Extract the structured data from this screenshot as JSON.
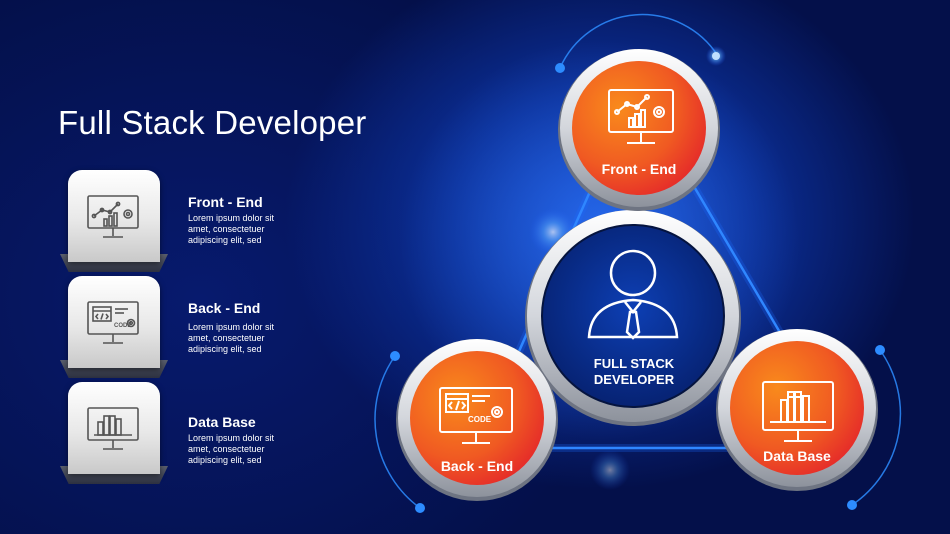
{
  "title": "Full Stack Developer",
  "items": [
    {
      "title": "Front - End",
      "desc_lines": [
        "Lorem ipsum dolor sit",
        "amet, consectetuer",
        "adipiscing elit, sed"
      ],
      "icon": "monitor-chart-gear-icon"
    },
    {
      "title": "Back - End",
      "desc_lines": [
        "Lorem ipsum dolor sit",
        "amet, consectetuer",
        "adipiscing elit, sed"
      ],
      "icon": "monitor-code-gear-icon"
    },
    {
      "title": "Data Base",
      "desc_lines": [
        "Lorem ipsum dolor sit",
        "amet, consectetuer",
        "adipiscing elit, sed"
      ],
      "icon": "monitor-books-icon"
    }
  ],
  "diagram": {
    "center": {
      "label_line1": "FULL STACK",
      "label_line2": "DEVELOPER",
      "icon": "person-icon"
    },
    "nodes": [
      {
        "label": "Front - End",
        "icon": "monitor-chart-gear-icon"
      },
      {
        "label": "Back - End",
        "icon": "monitor-code-gear-icon"
      },
      {
        "label": "Data Base",
        "icon": "monitor-books-icon"
      }
    ]
  },
  "colors": {
    "background": "#04104a",
    "accent_orange": "#f26a1b",
    "accent_red": "#e8292a",
    "glow_blue": "#3aa0ff"
  }
}
